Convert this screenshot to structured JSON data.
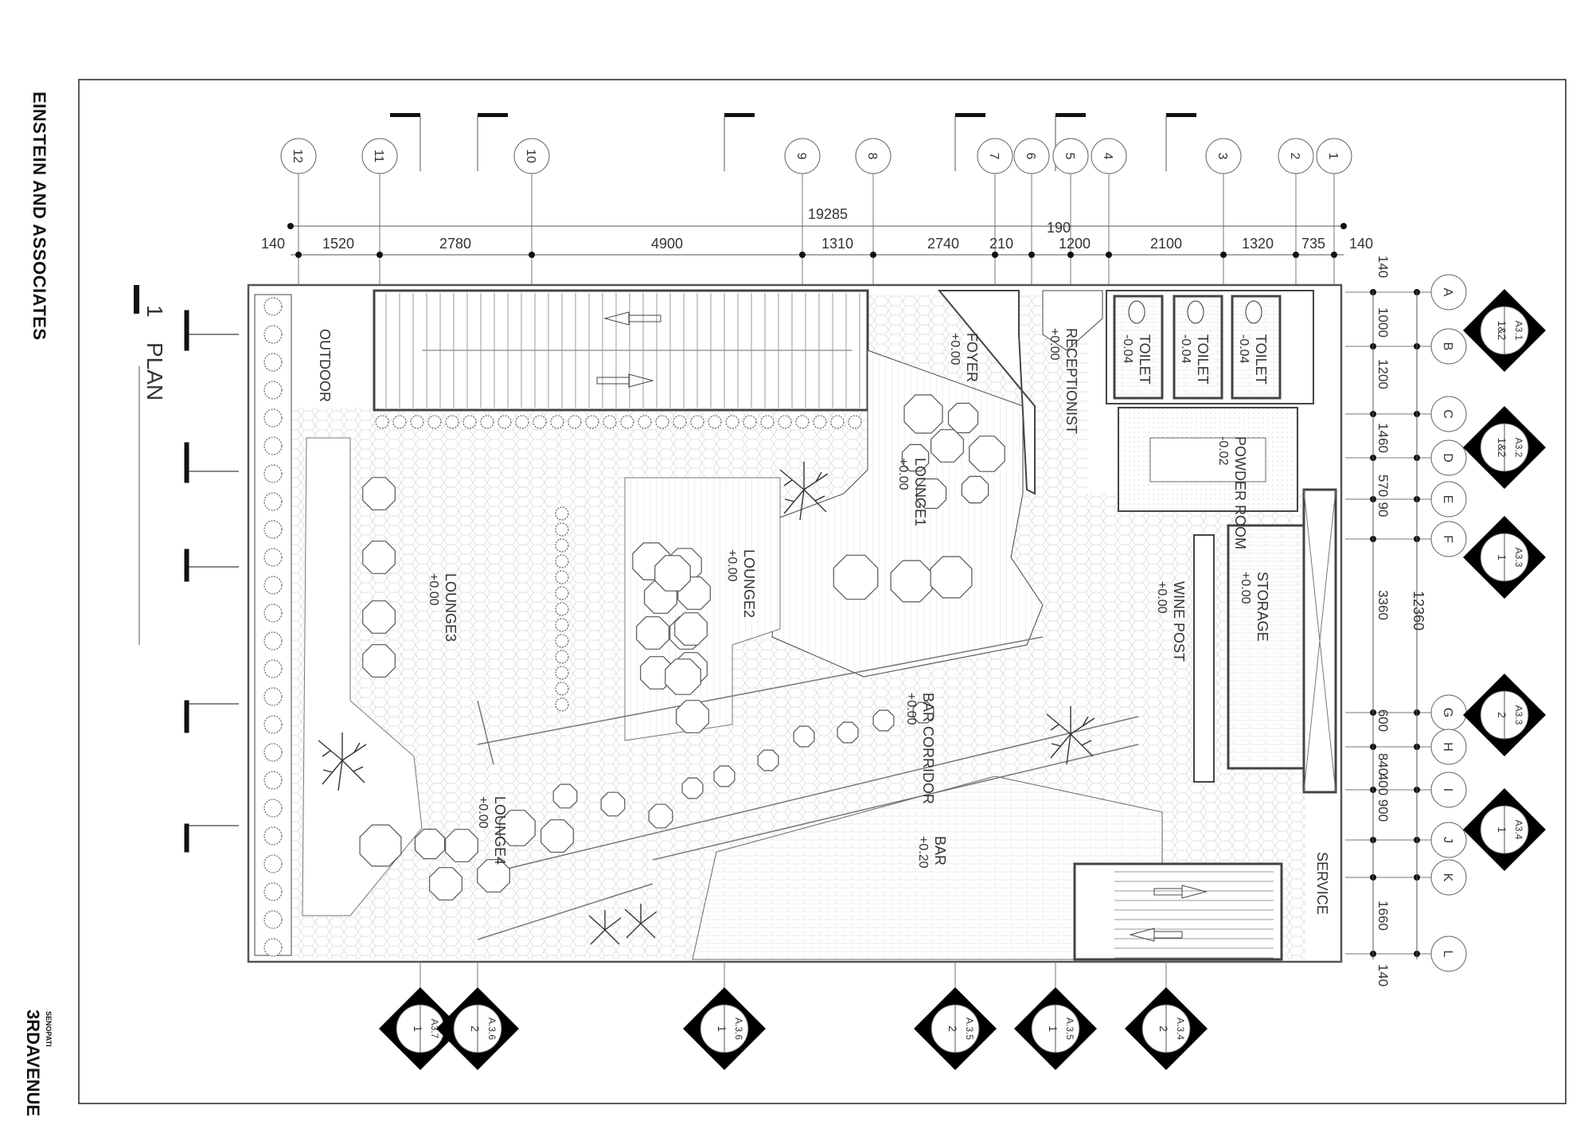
{
  "firm": "EINSTEIN AND ASSOCIATES",
  "drawing": {
    "number": "1",
    "title": "PLAN"
  },
  "brand": {
    "name": "3RDAVENUE",
    "sub": "SENOPATI"
  },
  "grid_columns": [
    "12",
    "11",
    "10",
    "9",
    "8",
    "7",
    "6",
    "5",
    "4",
    "3",
    "2",
    "1"
  ],
  "grid_rows": [
    "A",
    "B",
    "C",
    "D",
    "E",
    "F",
    "G",
    "H",
    "I",
    "J",
    "K",
    "L"
  ],
  "dimensions": {
    "top_total": "19285",
    "top_mid": "190",
    "top": [
      "140",
      "1520",
      "2780",
      "4900",
      "1310",
      "2740",
      "210",
      "1200",
      "2100",
      "1320",
      "735",
      "140"
    ],
    "right_total": "12360",
    "right": [
      "140",
      "1000",
      "1200",
      "1460",
      "570",
      "90",
      "3360",
      "600",
      "840",
      "400",
      "900",
      "1660",
      "140"
    ]
  },
  "rooms": [
    {
      "name": "OUTDOOR",
      "level": ""
    },
    {
      "name": "FOYER",
      "level": "+0.00"
    },
    {
      "name": "RECEPTIONIST",
      "level": "+0.00"
    },
    {
      "name": "TOILET",
      "level": "-0.04"
    },
    {
      "name": "TOILET",
      "level": "-0.04"
    },
    {
      "name": "TOILET",
      "level": "-0.04"
    },
    {
      "name": "POWDER ROOM",
      "level": "-0.02"
    },
    {
      "name": "LOUNGE1",
      "level": "+0.00"
    },
    {
      "name": "LOUNGE2",
      "level": "+0.00"
    },
    {
      "name": "LOUNGE3",
      "level": "+0.00"
    },
    {
      "name": "LOUNGE4",
      "level": "+0.00"
    },
    {
      "name": "WINE POST",
      "level": "+0.00"
    },
    {
      "name": "STORAGE",
      "level": "+0.00"
    },
    {
      "name": "BAR CORRIDOR",
      "level": "+0.00"
    },
    {
      "name": "BAR",
      "level": "+0.20"
    },
    {
      "name": "SERVICE",
      "level": ""
    }
  ],
  "section_markers_right": [
    {
      "num": "1&2",
      "sheet": "A3.1"
    },
    {
      "num": "1&2",
      "sheet": "A3.2"
    },
    {
      "num": "1",
      "sheet": "A3.3"
    },
    {
      "num": "2",
      "sheet": "A3.3"
    },
    {
      "num": "1",
      "sheet": "A3.4"
    }
  ],
  "section_markers_bottom": [
    {
      "num": "1",
      "sheet": "A3.7"
    },
    {
      "num": "2",
      "sheet": "A.3.6"
    },
    {
      "num": "1",
      "sheet": "A.3.6"
    },
    {
      "num": "2",
      "sheet": "A.3.5"
    },
    {
      "num": "1",
      "sheet": "A.3.5"
    },
    {
      "num": "2",
      "sheet": "A.3.4"
    }
  ]
}
